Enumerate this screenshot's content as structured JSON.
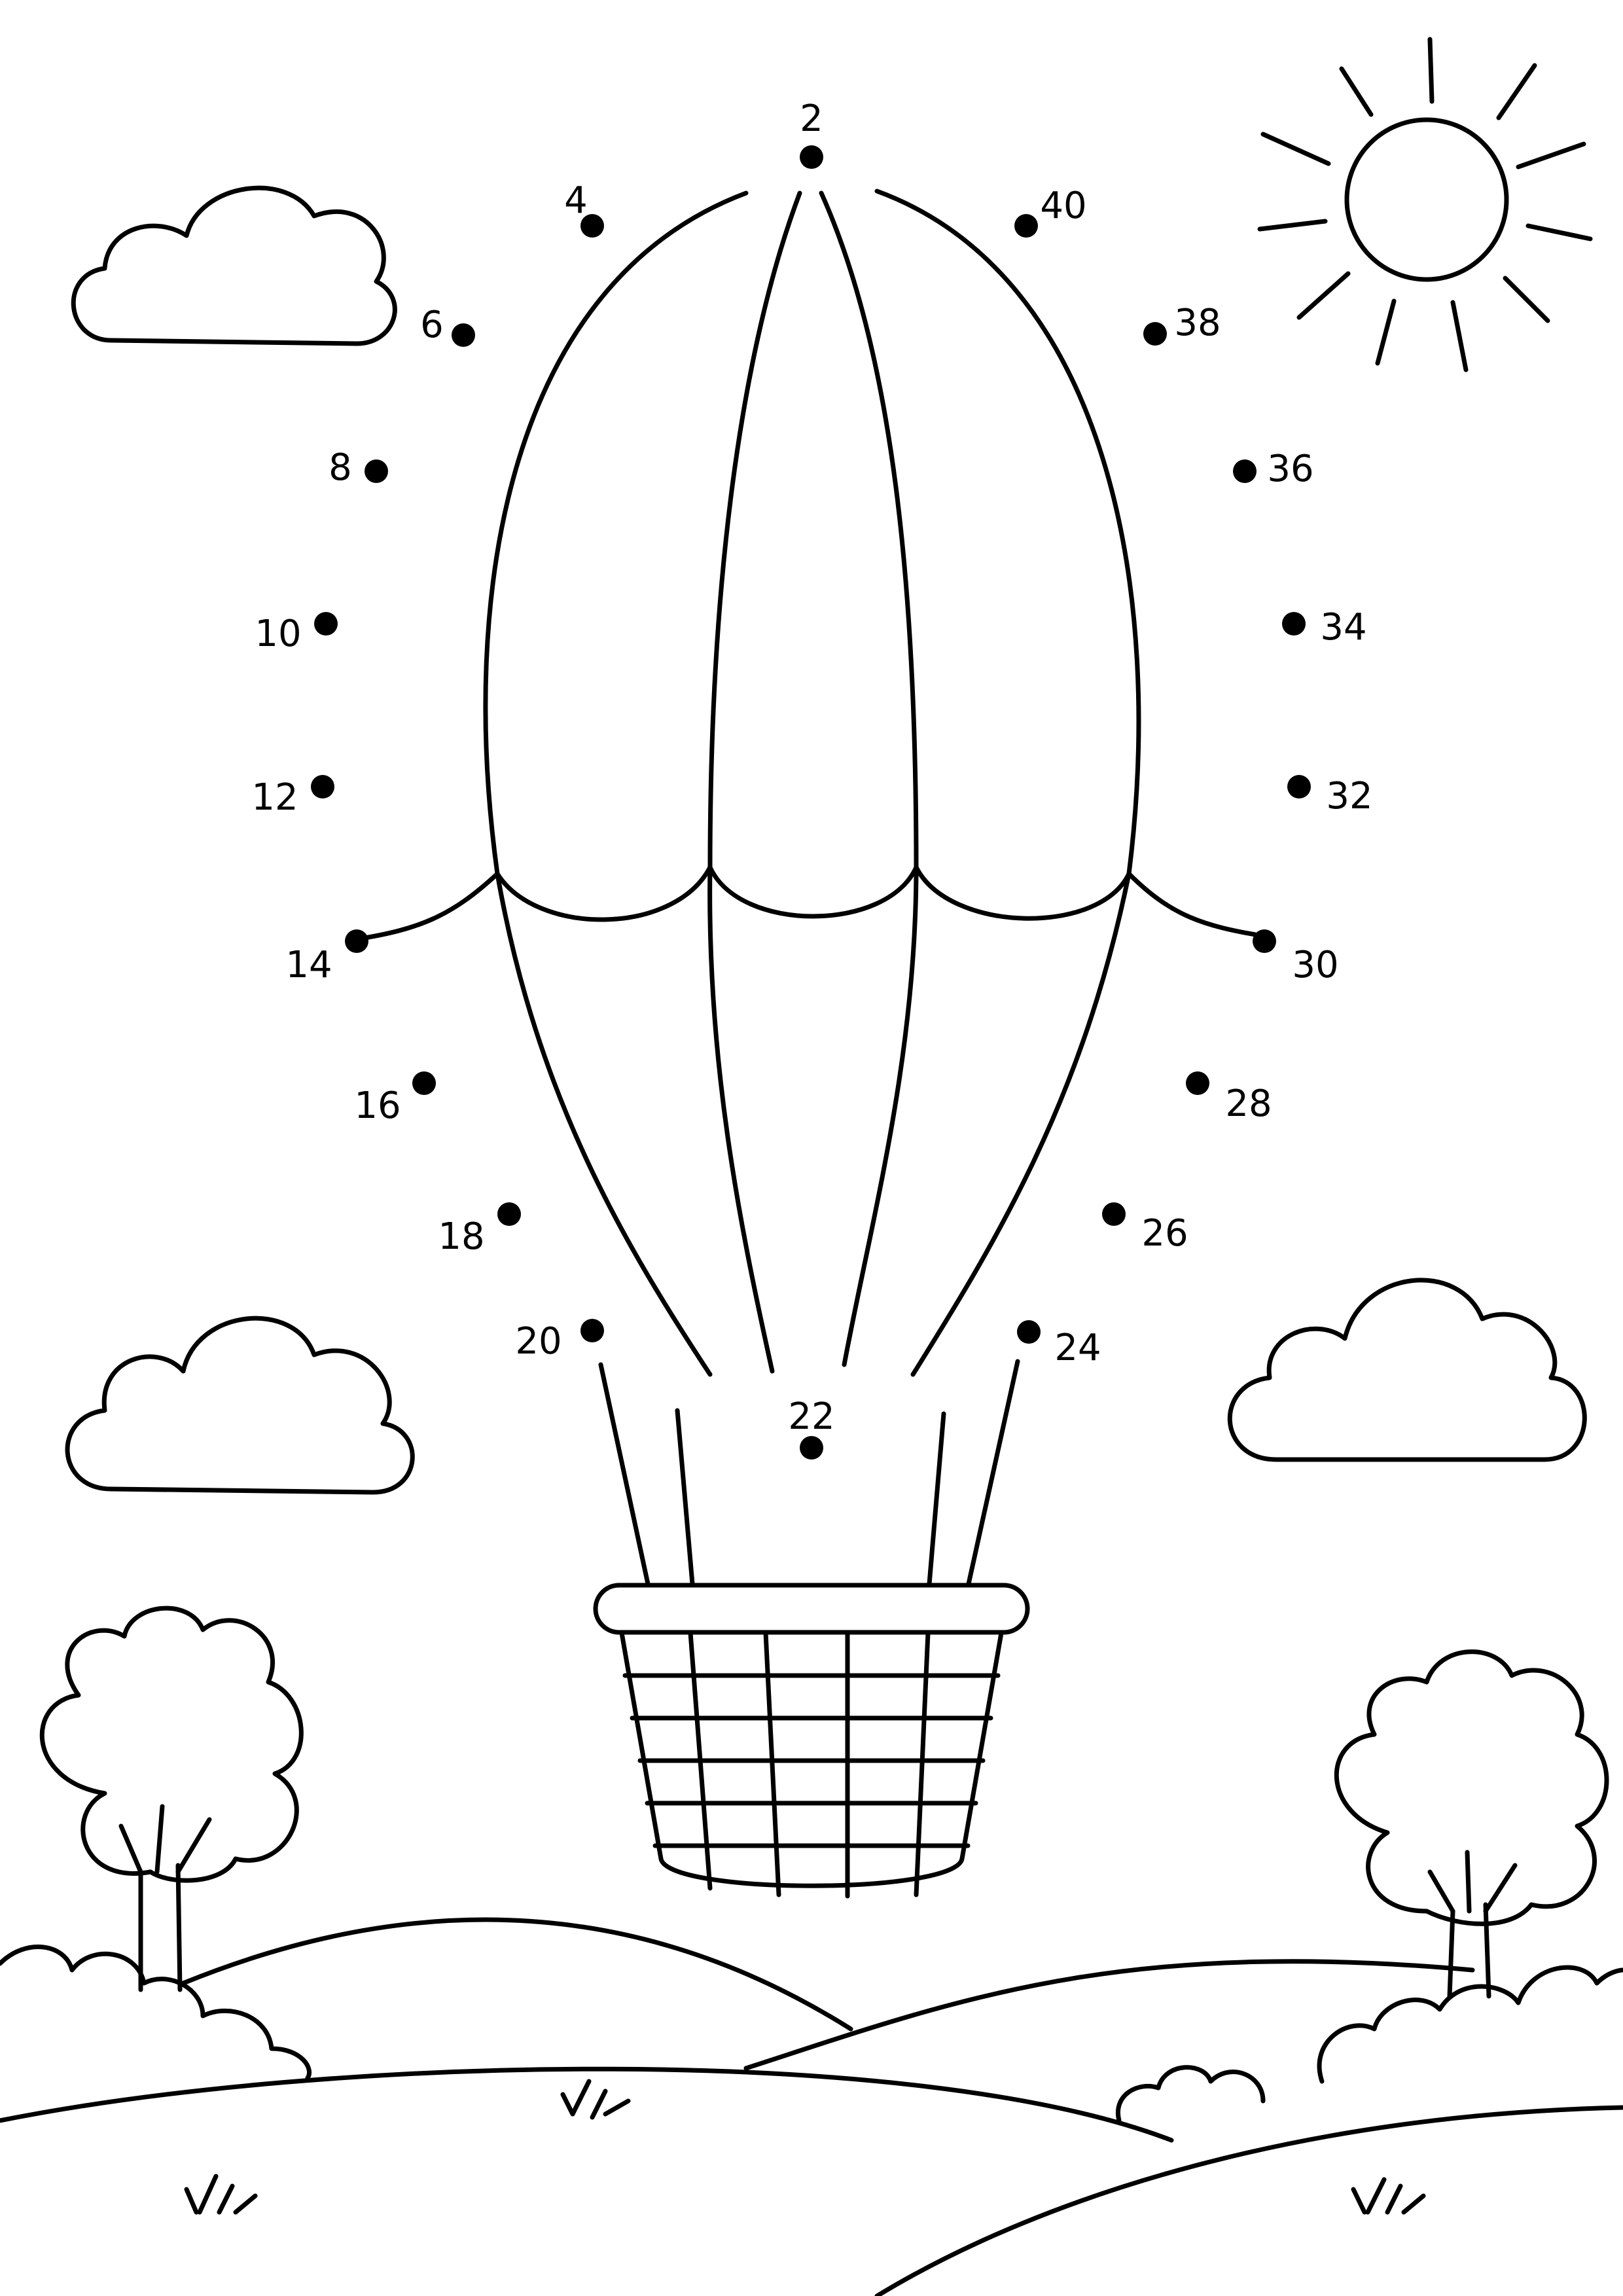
{
  "dots": [
    {
      "number": "2"
    },
    {
      "number": "4"
    },
    {
      "number": "6"
    },
    {
      "number": "8"
    },
    {
      "number": "10"
    },
    {
      "number": "12"
    },
    {
      "number": "14"
    },
    {
      "number": "16"
    },
    {
      "number": "18"
    },
    {
      "number": "20"
    },
    {
      "number": "22"
    },
    {
      "number": "24"
    },
    {
      "number": "26"
    },
    {
      "number": "28"
    },
    {
      "number": "30"
    },
    {
      "number": "32"
    },
    {
      "number": "34"
    },
    {
      "number": "36"
    },
    {
      "number": "38"
    },
    {
      "number": "40"
    }
  ],
  "colors": {
    "ink": "#000000",
    "paper": "#ffffff"
  }
}
